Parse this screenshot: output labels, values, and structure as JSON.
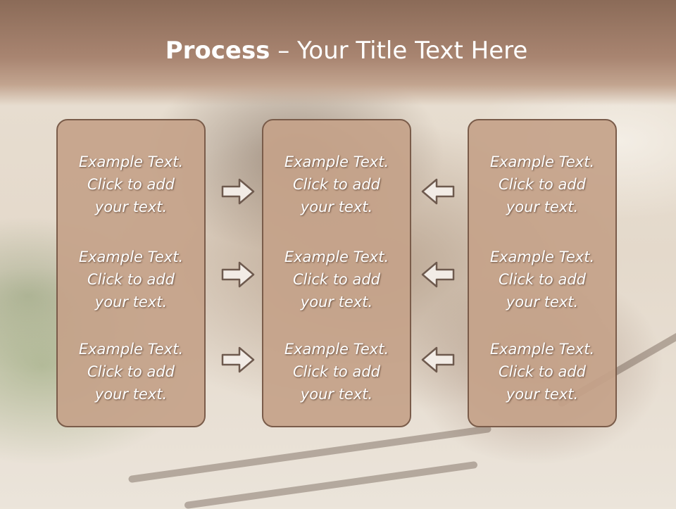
{
  "slide": {
    "title_bold": "Process",
    "title_rest": " – Your Title Text Here"
  },
  "columns": [
    {
      "items": [
        {
          "line1": "Example Text.",
          "line2": "Click  to add",
          "line3": "your text."
        },
        {
          "line1": "Example Text.",
          "line2": "Click  to add",
          "line3": "your text."
        },
        {
          "line1": "Example Text.",
          "line2": "Click  to add",
          "line3": "your text."
        }
      ]
    },
    {
      "items": [
        {
          "line1": "Example Text.",
          "line2": "Click  to add",
          "line3": "your text."
        },
        {
          "line1": "Example Text.",
          "line2": "Click  to add",
          "line3": "your text."
        },
        {
          "line1": "Example Text.",
          "line2": "Click  to add",
          "line3": "your text."
        }
      ]
    },
    {
      "items": [
        {
          "line1": "Example Text.",
          "line2": "Click  to add",
          "line3": "your text."
        },
        {
          "line1": "Example Text.",
          "line2": "Click  to add",
          "line3": "your text."
        },
        {
          "line1": "Example Text.",
          "line2": "Click  to add",
          "line3": "your text."
        }
      ]
    }
  ],
  "arrows": {
    "left_group": "right-arrow-icon",
    "right_group": "left-arrow-icon"
  },
  "colors": {
    "header": "#8b6b58",
    "panel_fill": "#c5a38a",
    "panel_border": "#7a5c4a",
    "text": "#ffffff"
  }
}
